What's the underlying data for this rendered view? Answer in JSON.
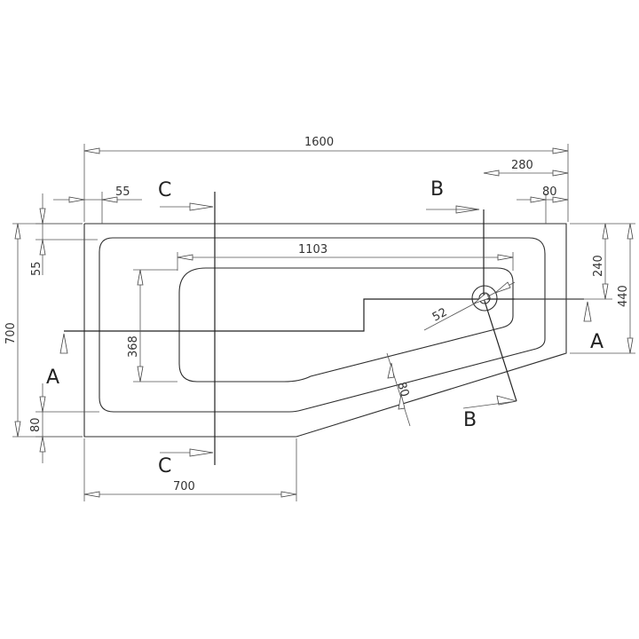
{
  "dimensions": {
    "overall_length": "1600",
    "offset_280": "280",
    "end_80": "80",
    "rim_55_top": "55",
    "rim_55_left": "55",
    "inner_length": "1103",
    "left_width": "700",
    "right_width": "440",
    "right_240": "240",
    "inner_width": "368",
    "drain_diameter": "52",
    "slope_80": "80",
    "bottom_80": "80",
    "bottom_length": "700"
  },
  "sections": {
    "a_left": "A",
    "a_right": "A",
    "b_top": "B",
    "b_bottom": "B",
    "c_top": "C",
    "c_bottom": "C"
  }
}
